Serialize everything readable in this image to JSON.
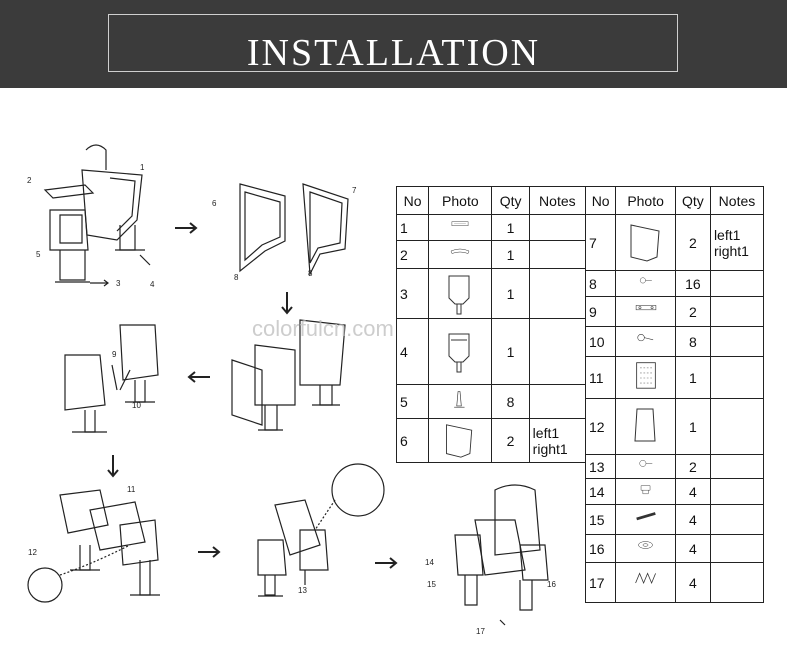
{
  "banner": {
    "title": "INSTALLATION"
  },
  "watermark": "colorfulcn.com",
  "diagram": {
    "callouts": [
      "1",
      "2",
      "3",
      "4",
      "5",
      "6",
      "7",
      "8",
      "8",
      "9",
      "10",
      "11",
      "12",
      "13",
      "14",
      "15",
      "16",
      "17"
    ]
  },
  "table": {
    "headers": [
      "No",
      "Photo",
      "Qty",
      "Notes"
    ],
    "left_rows": [
      {
        "no": "1",
        "qty": "1",
        "notes": "",
        "icon": "back-panel-strip-icon"
      },
      {
        "no": "2",
        "qty": "1",
        "notes": "",
        "icon": "seat-cover-strip-icon"
      },
      {
        "no": "3",
        "qty": "1",
        "notes": "",
        "icon": "seat-frame-icon"
      },
      {
        "no": "4",
        "qty": "1",
        "notes": "",
        "icon": "frame-with-stand-icon"
      },
      {
        "no": "5",
        "qty": "8",
        "notes": "",
        "icon": "anchor-bolt-icon"
      },
      {
        "no": "6",
        "qty": "2",
        "notes": "left1\nright1",
        "icon": "side-panel-icon"
      }
    ],
    "right_rows": [
      {
        "no": "7",
        "qty": "2",
        "notes": "left1\nright1",
        "icon": "side-panel-icon"
      },
      {
        "no": "8",
        "qty": "16",
        "notes": "",
        "icon": "screw-icon"
      },
      {
        "no": "9",
        "qty": "2",
        "notes": "",
        "icon": "bracket-plate-icon"
      },
      {
        "no": "10",
        "qty": "8",
        "notes": "",
        "icon": "bolt-icon"
      },
      {
        "no": "11",
        "qty": "1",
        "notes": "",
        "icon": "perforated-panel-icon"
      },
      {
        "no": "12",
        "qty": "1",
        "notes": "",
        "icon": "armrest-block-icon"
      },
      {
        "no": "13",
        "qty": "2",
        "notes": "",
        "icon": "hex-socket-bolt-icon"
      },
      {
        "no": "14",
        "qty": "4",
        "notes": "",
        "icon": "cap-icon"
      },
      {
        "no": "15",
        "qty": "4",
        "notes": "",
        "icon": "expansion-anchor-icon"
      },
      {
        "no": "16",
        "qty": "4",
        "notes": "",
        "icon": "washer-icon"
      },
      {
        "no": "17",
        "qty": "4",
        "notes": "",
        "icon": "spring-icon"
      }
    ]
  }
}
